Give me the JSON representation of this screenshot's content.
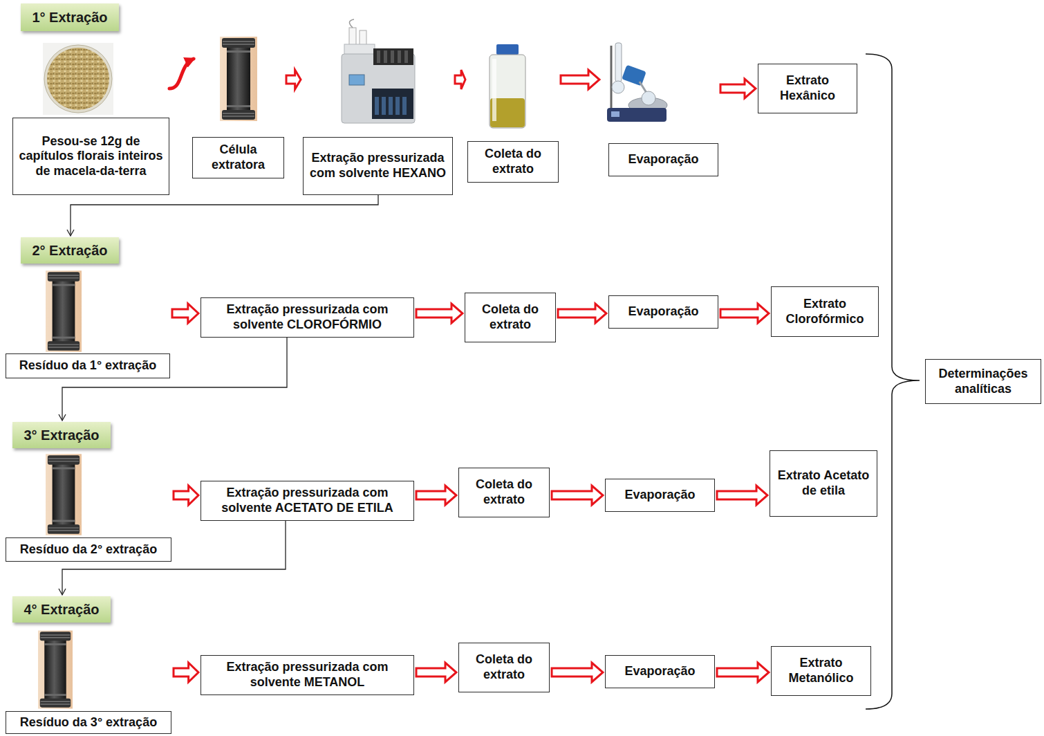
{
  "diagram": {
    "nodes": [
      {
        "text": [
          "1° Extração"
        ]
      },
      {
        "text": [
          "Pesou-se 12g de capítulos florais inteiros de macela-da-terra"
        ]
      },
      {
        "text": [
          "Célula extratora"
        ]
      },
      {
        "text": [
          "Extração pressurizada com solvente HEXANO"
        ]
      },
      {
        "text": [
          "Coleta do extrato"
        ]
      },
      {
        "text": [
          "Evaporação"
        ]
      },
      {
        "text": [
          "Extrato Hexânico"
        ]
      },
      {
        "text": [
          "2° Extração"
        ]
      },
      {
        "text": [
          "Resíduo da 1° extração"
        ]
      },
      {
        "text": [
          "Extração pressurizada com solvente CLOROFÓRMIO"
        ]
      },
      {
        "text": [
          "Coleta do extrato"
        ]
      },
      {
        "text": [
          "Evaporação"
        ]
      },
      {
        "text": [
          "Extrato Clorofórmico"
        ]
      },
      {
        "text": [
          "3° Extração"
        ]
      },
      {
        "text": [
          "Resíduo da 2° extração"
        ]
      },
      {
        "text": [
          "Extração pressurizada com solvente ACETATO DE ETILA"
        ]
      },
      {
        "text": [
          "Coleta do extrato"
        ]
      },
      {
        "text": [
          "Evaporação"
        ]
      },
      {
        "text": [
          "Extrato Acetato de etila"
        ]
      },
      {
        "text": [
          "4° Extração"
        ]
      },
      {
        "text": [
          "Resíduo da 3° extração"
        ]
      },
      {
        "text": [
          "Extração pressurizada com solvente METANOL"
        ]
      },
      {
        "text": [
          "Coleta do extrato"
        ]
      },
      {
        "text": [
          "Evaporação"
        ]
      },
      {
        "text": [
          "Extrato Metanólico"
        ]
      },
      {
        "text": [
          "Determinações analíticas"
        ]
      }
    ],
    "edges": [
      {
        "from": 1,
        "to": 2,
        "arrow": "to"
      },
      {
        "from": 2,
        "to": 3,
        "arrow": "to"
      },
      {
        "from": 3,
        "to": 4,
        "arrow": "to"
      },
      {
        "from": 4,
        "to": 5,
        "arrow": "to"
      },
      {
        "from": 5,
        "to": 6,
        "arrow": "to"
      },
      {
        "from": 3,
        "to": 7,
        "arrow": "to"
      },
      {
        "from": 8,
        "to": 9,
        "arrow": "to"
      },
      {
        "from": 9,
        "to": 10,
        "arrow": "to"
      },
      {
        "from": 10,
        "to": 11,
        "arrow": "to"
      },
      {
        "from": 11,
        "to": 12,
        "arrow": "to"
      },
      {
        "from": 9,
        "to": 13,
        "arrow": "to"
      },
      {
        "from": 14,
        "to": 15,
        "arrow": "to"
      },
      {
        "from": 15,
        "to": 16,
        "arrow": "to"
      },
      {
        "from": 16,
        "to": 17,
        "arrow": "to"
      },
      {
        "from": 17,
        "to": 18,
        "arrow": "to"
      },
      {
        "from": 15,
        "to": 19,
        "arrow": "to"
      },
      {
        "from": 20,
        "to": 21,
        "arrow": "to"
      },
      {
        "from": 21,
        "to": 22,
        "arrow": "to"
      },
      {
        "from": 22,
        "to": 23,
        "arrow": "to"
      },
      {
        "from": 23,
        "to": 24,
        "arrow": "to"
      }
    ]
  }
}
